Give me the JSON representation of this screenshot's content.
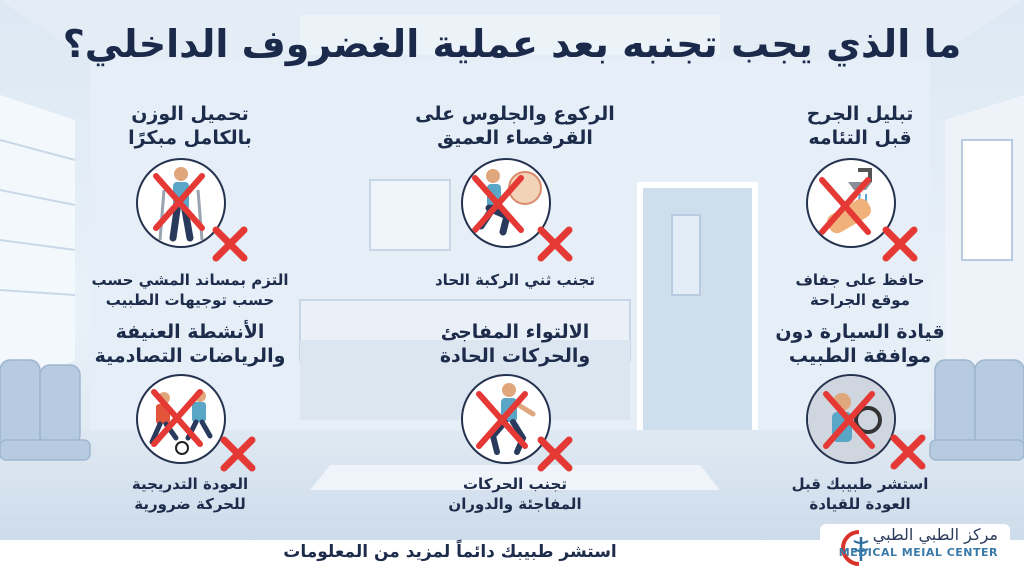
{
  "title": "ما الذي يجب تجنبه بعد عملية الغضروف الداخلي؟",
  "colors": {
    "accent": "#e53935",
    "ink": "#1e2c4c",
    "room": "#dce8f3"
  },
  "cards": [
    {
      "id": "wound",
      "heading": [
        "تبليل الجرح",
        "قبل التئامه"
      ],
      "tip": [
        "حافظ على جفاف",
        "موقع الجراحة"
      ],
      "icon": "shower-icon"
    },
    {
      "id": "squat",
      "heading": [
        "الركوع والجلوس على",
        "القرفصاء العميق"
      ],
      "tip": [
        "تجنب ثني الركبة الحاد"
      ],
      "icon": "kneeling-icon"
    },
    {
      "id": "weight",
      "heading": [
        "تحميل الوزن",
        "بالكامل مبكرًا"
      ],
      "tip": [
        "التزم بمساند المشي حسب",
        "حسب توجيهات الطبيب"
      ],
      "icon": "crutches-icon"
    },
    {
      "id": "driving",
      "heading": [
        "قيادة السيارة دون",
        "موافقة الطبيب"
      ],
      "tip": [
        "استشر طبيبك قبل",
        "العودة للقيادة"
      ],
      "icon": "driving-icon"
    },
    {
      "id": "twist",
      "heading": [
        "الالتواء المفاجئ",
        "والحركات الحادة"
      ],
      "tip": [
        "تجنب الحركات",
        "المفاجئة والدوران"
      ],
      "icon": "twisting-icon"
    },
    {
      "id": "sports",
      "heading": [
        "الأنشطة العنيفة",
        "والرياضات التصادمية"
      ],
      "tip": [
        "العودة التدريجية",
        "للحركة ضرورية"
      ],
      "icon": "football-icon"
    }
  ],
  "footer": "استشر طبيبك دائماً لمزيد من المعلومات",
  "logo": {
    "arabic": "مركز الطبي الطبي",
    "english": "MEDICAL MEIAL CENTER"
  }
}
